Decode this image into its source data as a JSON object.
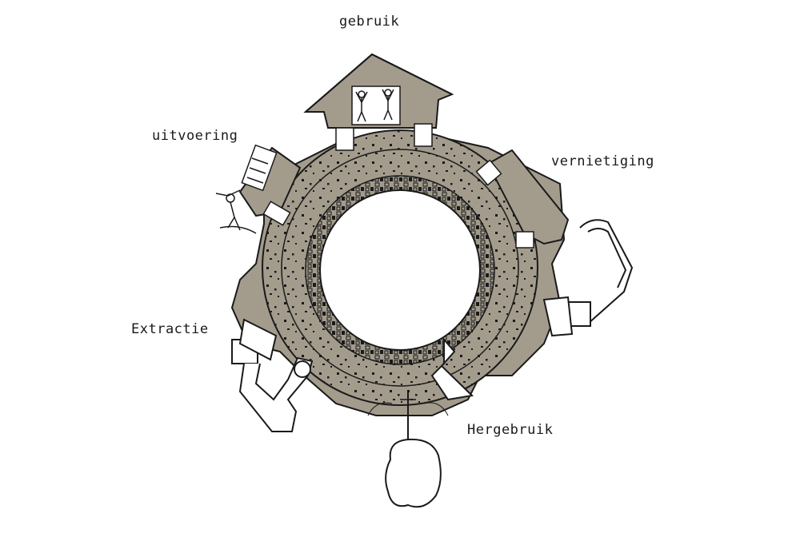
{
  "labels": {
    "gebruik": "gebruik",
    "uitvoering": "uitvoering",
    "vernietiging": "vernietiging",
    "extractie": "Extractie",
    "hergebruik": "Hergebruik"
  },
  "colors": {
    "earth": "#a39c8d",
    "ink": "#1a1a1a",
    "background": "#ffffff"
  }
}
